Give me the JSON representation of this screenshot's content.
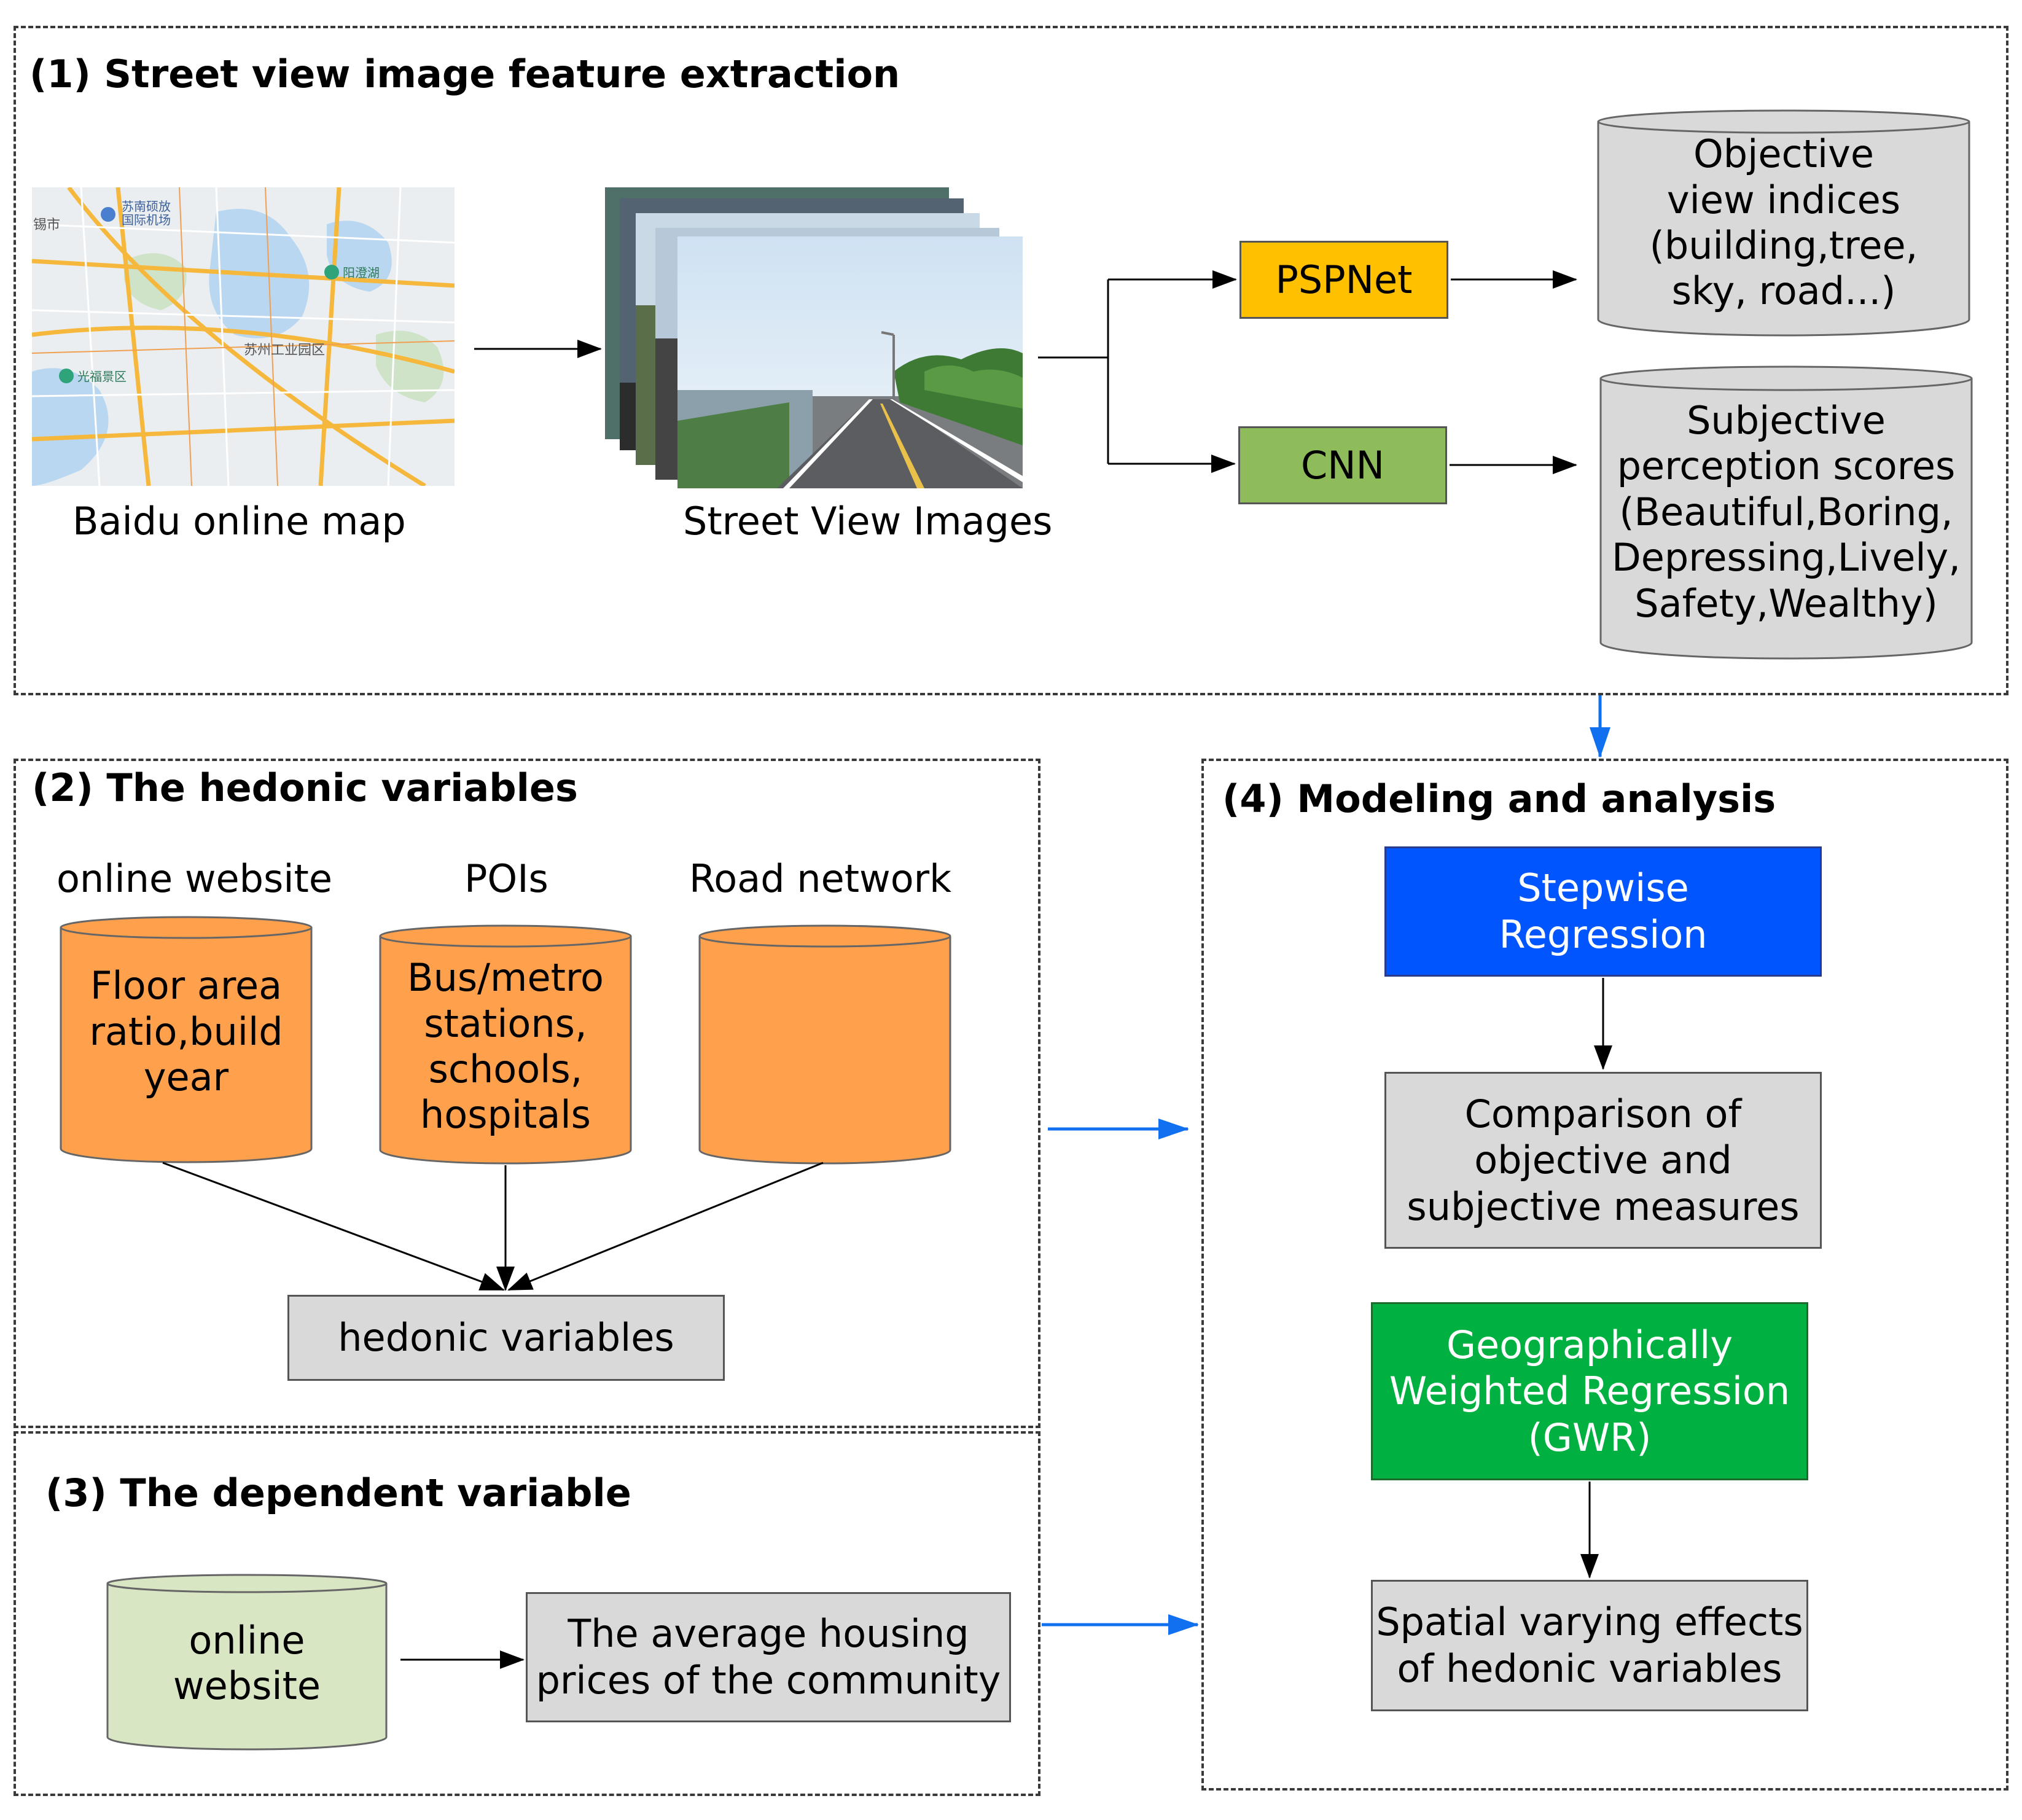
{
  "sections": {
    "s1": "(1) Street view image feature extraction",
    "s2": "(2) The hedonic variables",
    "s3": "(3) The dependent variable",
    "s4": "(4) Modeling and analysis"
  },
  "section1": {
    "map_caption": "Baidu online map",
    "map_labels": [
      "苏南硕放\n国际机场",
      "阳澄湖",
      "苏州工业园区",
      "光福景区",
      "锡市"
    ],
    "images_caption": "Street View Images",
    "pspnet": "PSPNet",
    "cnn": "CNN",
    "objective": "Objective\nview indices\n(building,tree,\nsky, road...)",
    "subjective": "Subjective\nperception scores\n(Beautiful,Boring,\nDepressing,Lively,\nSafety,Wealthy)"
  },
  "section2": {
    "src_online": "online website",
    "src_pois": "POIs",
    "src_road": "Road network",
    "cyl_online": "Floor area\nratio,build\nyear",
    "cyl_pois": "Bus/metro\nstations,\nschools,\nhospitals",
    "cyl_road": "",
    "hedonic": "hedonic variables"
  },
  "section3": {
    "cyl_online": "online\nwebsite",
    "prices": "The average housing\nprices of the community"
  },
  "section4": {
    "stepwise": "Stepwise\nRegression",
    "comparison": "Comparison of\nobjective and\nsubjective measures",
    "gwr": "Geographically\nWeighted Regression\n(GWR)",
    "spatial": "Spatial varying effects\nof hedonic variables"
  },
  "colors": {
    "pspnet": "#FFC000",
    "cnn": "#8FBC5A",
    "grey_box": "#D9D9D9",
    "orange_cyl": "#FFA04D",
    "green_cyl": "#D8E6C4",
    "stepwise": "#0055FF",
    "gwr": "#00B040",
    "blue_arrow": "#1070F0"
  }
}
